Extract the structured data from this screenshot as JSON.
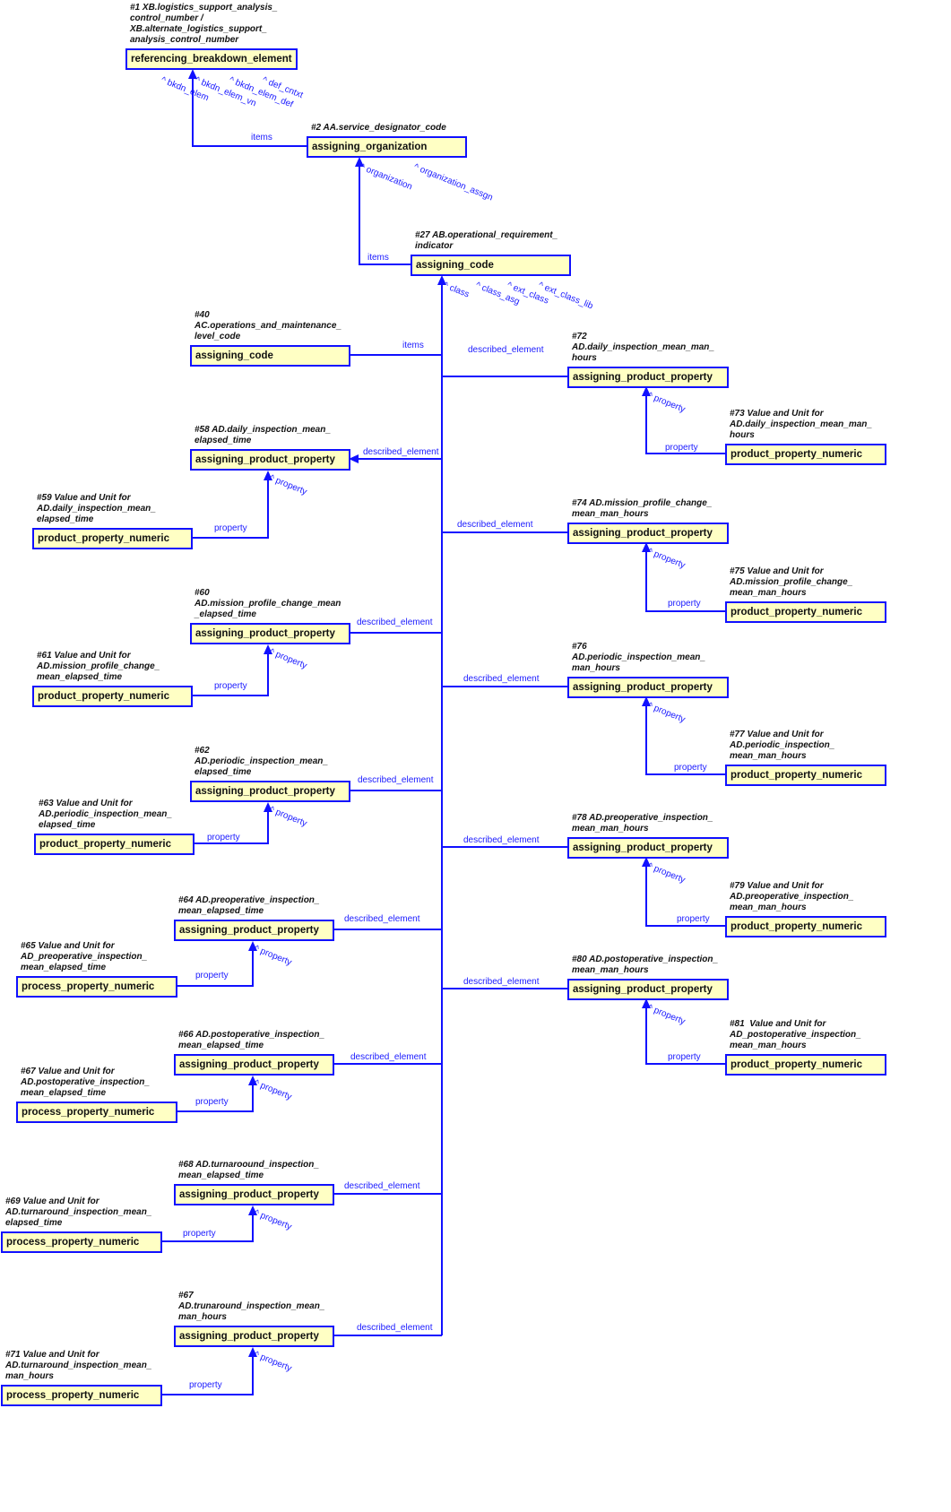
{
  "colors": {
    "line": "#1010ff",
    "box_fill": "#ffffc4",
    "label": "#1a1aff"
  },
  "nodes": [
    {
      "annotation": "#1 XB.logistics_support_analysis_\ncontrol_number /\nXB.alternate_logistics_support_\nanalysis_control_number",
      "entity": "referencing_breakdown_element"
    },
    {
      "annotation": "#2 AA.service_designator_code",
      "entity": "assigning_organization"
    },
    {
      "annotation": "#27 AB.operational_requirement_\nindicator",
      "entity": "assigning_code"
    },
    {
      "annotation": "#40\nAC.operations_and_maintenance_\nlevel_code",
      "entity": "assigning_code"
    },
    {
      "annotation": "#58 AD.daily_inspection_mean_\nelapsed_time",
      "entity": "assigning_product_property"
    },
    {
      "annotation": "#59 Value and Unit for\nAD.daily_inspection_mean_\nelapsed_time",
      "entity": "product_property_numeric"
    },
    {
      "annotation": "#60\nAD.mission_profile_change_mean\n_elapsed_time",
      "entity": "assigning_product_property"
    },
    {
      "annotation": "#61 Value and Unit for\nAD.mission_profile_change_\nmean_elapsed_time",
      "entity": "product_property_numeric"
    },
    {
      "annotation": "#62\nAD.periodic_inspection_mean_\nelapsed_time",
      "entity": "assigning_product_property"
    },
    {
      "annotation": "#63 Value and Unit for\nAD.periodic_inspection_mean_\nelapsed_time",
      "entity": "product_property_numeric"
    },
    {
      "annotation": "#64 AD.preoperative_inspection_\nmean_elapsed_time",
      "entity": "assigning_product_property"
    },
    {
      "annotation": "#65 Value and Unit for\nAD_preoperative_inspection_\nmean_elapsed_time",
      "entity": "process_property_numeric"
    },
    {
      "annotation": "#66 AD.postoperative_inspection_\nmean_elapsed_time",
      "entity": "assigning_product_property"
    },
    {
      "annotation": "#67 Value and Unit for\nAD.postoperative_inspection_\nmean_elapsed_time",
      "entity": "process_property_numeric"
    },
    {
      "annotation": "#68 AD.turnaroound_inspection_\nmean_elapsed_time",
      "entity": "assigning_product_property"
    },
    {
      "annotation": "#69 Value and Unit for\nAD.turnaround_inspection_mean_\nelapsed_time",
      "entity": "process_property_numeric"
    },
    {
      "annotation": "#67\nAD.trunaround_inspection_mean_\nman_hours",
      "entity": "assigning_product_property"
    },
    {
      "annotation": "#71 Value and Unit for\nAD.turnaround_inspection_mean_\nman_hours",
      "entity": "process_property_numeric"
    },
    {
      "annotation": "#72\nAD.daily_inspection_mean_man_\nhours",
      "entity": "assigning_product_property"
    },
    {
      "annotation": "#73 Value and Unit for\nAD.daily_inspection_mean_man_\nhours",
      "entity": "product_property_numeric"
    },
    {
      "annotation": "#74 AD.mission_profile_change_\nmean_man_hours",
      "entity": "assigning_product_property"
    },
    {
      "annotation": "#75 Value and Unit for\nAD.mission_profile_change_\nmean_man_hours",
      "entity": "product_property_numeric"
    },
    {
      "annotation": "#76\nAD.periodic_inspection_mean_\nman_hours",
      "entity": "assigning_product_property"
    },
    {
      "annotation": "#77 Value and Unit for\nAD.periodic_inspection_\nmean_man_hours",
      "entity": "product_property_numeric"
    },
    {
      "annotation": "#78 AD.preoperative_inspection_\nmean_man_hours",
      "entity": "assigning_product_property"
    },
    {
      "annotation": "#79 Value and Unit for\nAD.preoperative_inspection_\nmean_man_hours",
      "entity": "product_property_numeric"
    },
    {
      "annotation": "#80 AD.postoperative_inspection_\nmean_man_hours",
      "entity": "assigning_product_property"
    },
    {
      "annotation": "#81  Value and Unit for\nAD_postoperative_inspection_\nmean_man_hours",
      "entity": "product_property_numeric"
    }
  ],
  "edge_labels": [
    "items",
    "items",
    "items",
    "described_element",
    "described_element",
    "described_element",
    "described_element",
    "described_element",
    "described_element",
    "described_element",
    "described_element",
    "described_element",
    "described_element",
    "described_element",
    "described_element",
    "property",
    "property",
    "property",
    "property",
    "property",
    "property",
    "property",
    "property",
    "property",
    "property",
    "property",
    "property"
  ],
  "role_labels": [
    "^ bkdn_elem",
    "^ bkdn_elem_vn",
    "^ bkdn_elem_def",
    "^ def_cntxt",
    "^ organization",
    "^ organization_assgn",
    "^ class",
    "^ class_asg",
    "^ ext_class",
    "^ ext_class_lib",
    "^ property",
    "^ property",
    "^ property",
    "^ property",
    "^ property",
    "^ property",
    "^ property",
    "^ property",
    "^ property",
    "^ property",
    "^ property",
    "^ property"
  ]
}
